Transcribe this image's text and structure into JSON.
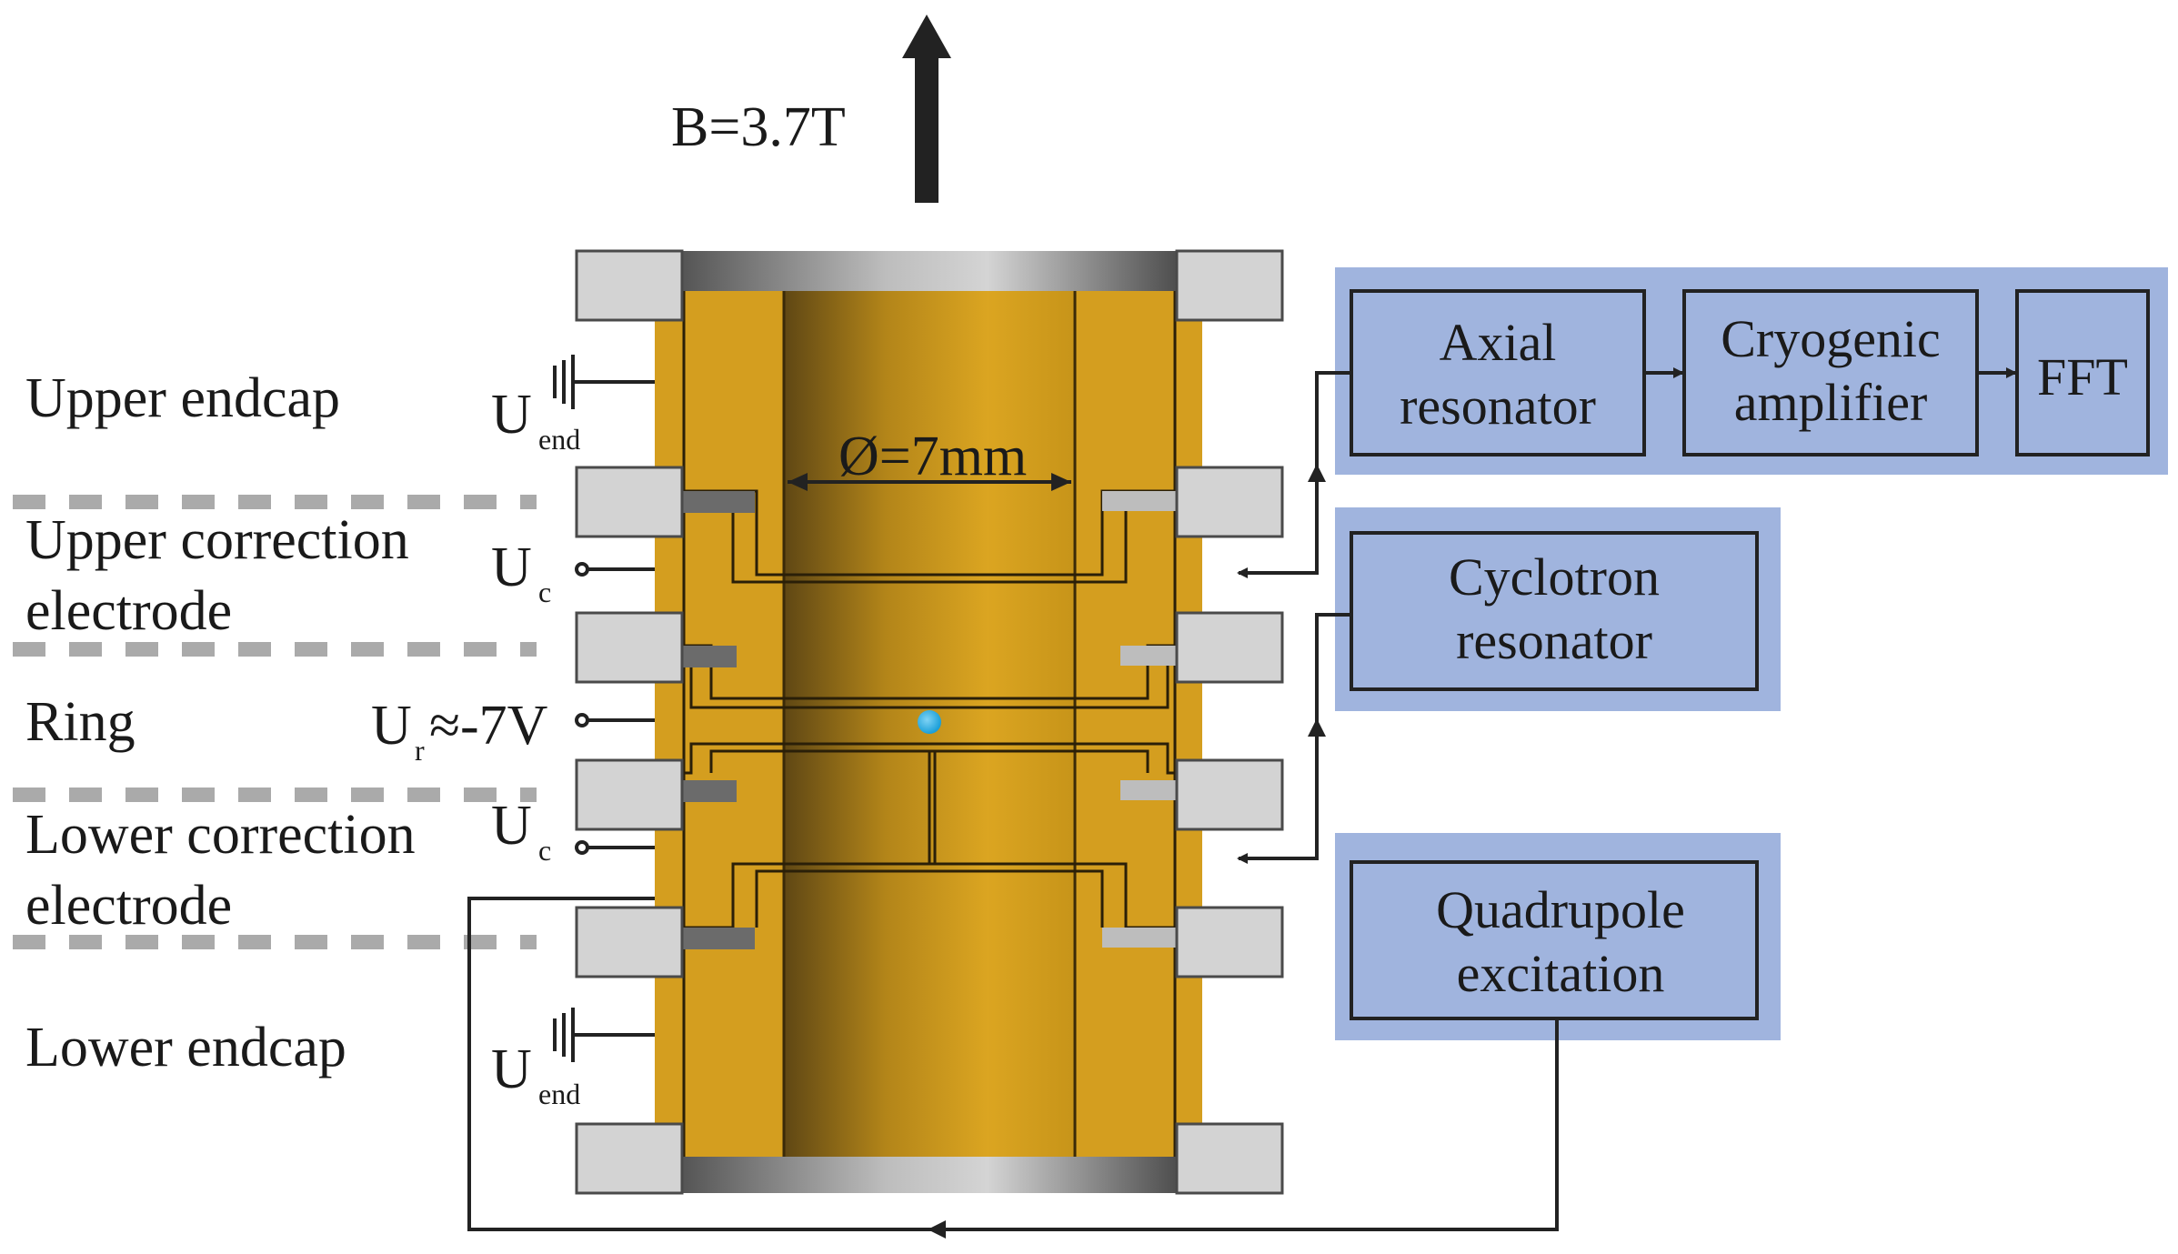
{
  "field": {
    "label": "B=3.7T"
  },
  "diameter": {
    "label": "Ø=7mm"
  },
  "electrodes": {
    "upper_endcap": "Upper endcap",
    "upper_correction_line1": "Upper correction",
    "upper_correction_line2": "electrode",
    "ring": "Ring",
    "lower_correction_line1": "Lower correction",
    "lower_correction_line2": "electrode",
    "lower_endcap": "Lower endcap"
  },
  "voltages": {
    "u_end_main": "U",
    "u_end_sub": "end",
    "u_c_main": "U",
    "u_c_sub": "c",
    "u_r_main": "U",
    "u_r_sub": "r",
    "u_r_value": "≈-7V"
  },
  "blocks": {
    "axial_line1": "Axial",
    "axial_line2": "resonator",
    "cryo_line1": "Cryogenic",
    "cryo_line2": "amplifier",
    "fft": "FFT",
    "cyclotron_line1": "Cyclotron",
    "cyclotron_line2": "resonator",
    "quad_line1": "Quadrupole",
    "quad_line2": "excitation"
  },
  "colors": {
    "gold": "#d49e1f",
    "gold_dark": "#5f4714",
    "block_fill": "#a0b4de",
    "insulator": "#d3d3d3",
    "ion": "#1a9fd8"
  }
}
